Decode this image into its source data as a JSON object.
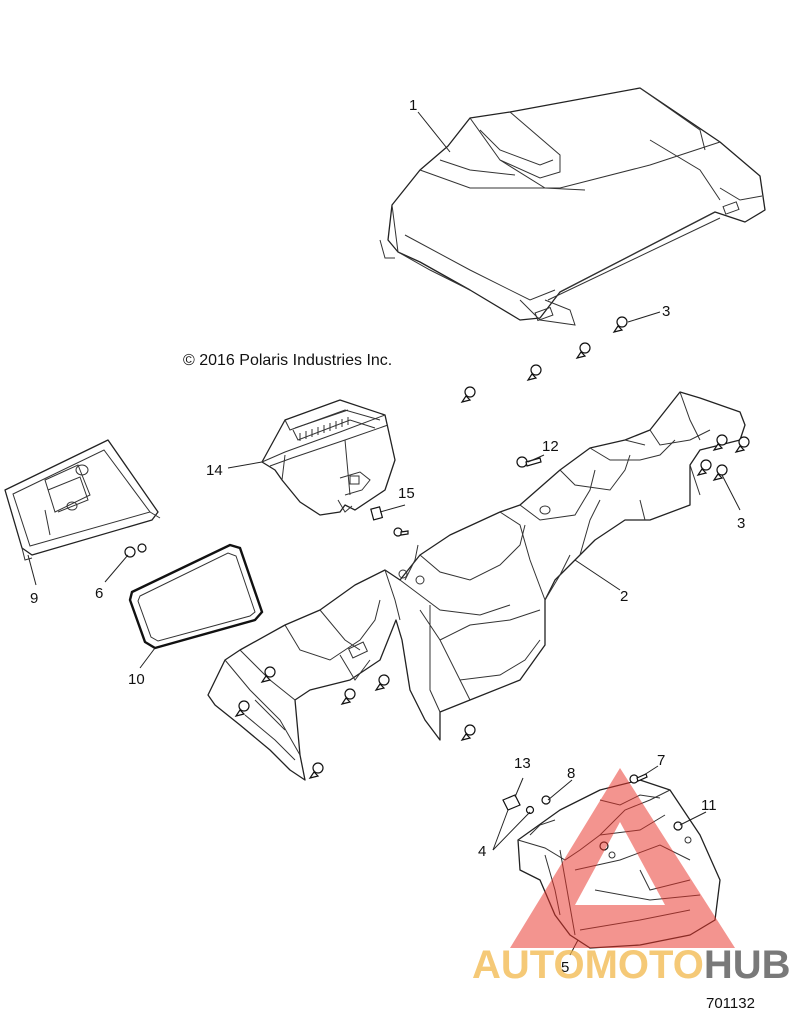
{
  "copyright": "© 2016 Polaris Industries Inc.",
  "figure_number": "701132",
  "watermark": {
    "part_a": "AUTOMOTO",
    "part_b": "HUB",
    "color_a": "#f2b84a",
    "color_b": "#4d4d4d",
    "triangle_color": "#e8332a"
  },
  "callouts": [
    "1",
    "2",
    "3",
    "3",
    "4",
    "5",
    "6",
    "7",
    "8",
    "9",
    "10",
    "11",
    "12",
    "13",
    "14",
    "15"
  ],
  "icons": [
    "pushpin-fastener-icon",
    "screw-icon",
    "clip-icon"
  ]
}
